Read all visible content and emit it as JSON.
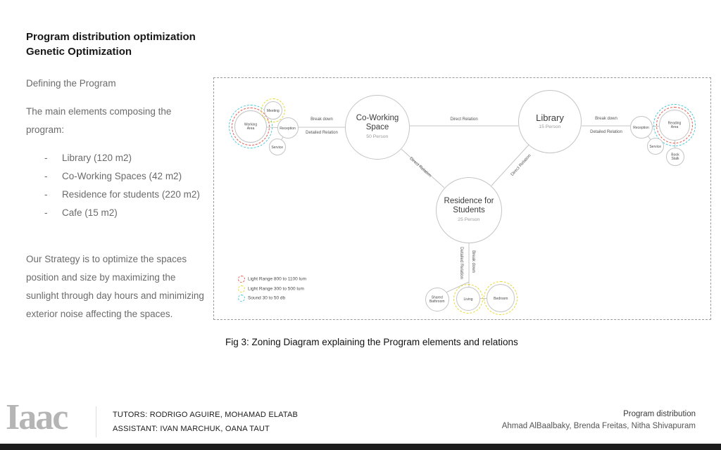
{
  "slide": {
    "title_line1": "Program distribution optimization",
    "title_line2": "Genetic Optimization",
    "defining": "Defining the Program",
    "elements_heading": "The main elements composing the program:",
    "elements": [
      "Library (120 m2)",
      "Co-Working Spaces (42 m2)",
      "Residence for students (220 m2)",
      "Cafe (15 m2)"
    ],
    "strategy": "Our Strategy is to optimize the spaces position and size by maximizing the sunlight through day hours and minimizing exterior noise affecting the spaces.",
    "caption": "Fig 3: Zoning Diagram explaining the Program elements and relations"
  },
  "diagram": {
    "nodes": {
      "coworking": {
        "label": "Co-Working Space",
        "sub": "50 Person"
      },
      "library": {
        "label": "Library",
        "sub": "15 Person"
      },
      "residence": {
        "label": "Residence for Students",
        "sub": "25 Person"
      }
    },
    "coworking_cluster": {
      "working_area": "Working Area",
      "meeting": "Meeting",
      "reception": "Reception",
      "service": "Service"
    },
    "library_cluster": {
      "reception": "Reception",
      "reading_area": "Reading Area",
      "service": "Service",
      "book_stall": "Book Stalk"
    },
    "residence_cluster": {
      "shared_bathroom": "Shared Bathroom",
      "living": "Living",
      "bedroom": "Bedroom"
    },
    "relation_labels": {
      "break_down": "Break down",
      "detailed_relation": "Detailed Relation",
      "direct_relation": "Direct Relation"
    },
    "legend": {
      "items": [
        {
          "color": "#e2594a",
          "label": "Light Range 800 to 1100 lum"
        },
        {
          "color": "#e8d929",
          "label": "Light Range 300 to 500 lum"
        },
        {
          "color": "#49c8d8",
          "label": "Sound 30 to 50 db"
        }
      ]
    }
  },
  "footer": {
    "logo": "Iaac",
    "tutors": "TUTORS: RODRIGO AGUIRE, MOHAMAD ELATAB",
    "assistant": "ASSISTANT: IVAN MARCHUK, OANA TAUT",
    "project": "Program distribution",
    "authors": "Ahmad AlBaalbaky, Brenda Freitas, Nitha Shivapuram"
  }
}
